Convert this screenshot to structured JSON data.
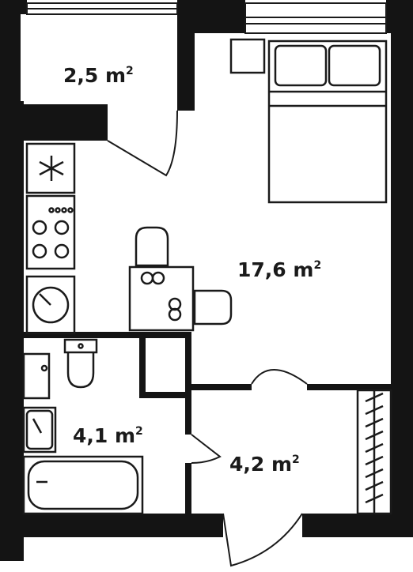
{
  "rooms": [
    {
      "id": "loggia",
      "area": "2,5 m",
      "unit_sup": "2"
    },
    {
      "id": "living",
      "area": "17,6 m",
      "unit_sup": "2"
    },
    {
      "id": "bathroom",
      "area": "4,1 m",
      "unit_sup": "2"
    },
    {
      "id": "hallway",
      "area": "4,2 m",
      "unit_sup": "2"
    }
  ],
  "colors": {
    "wall": "#141414",
    "line": "#1a1a1a",
    "background": "#ffffff"
  },
  "icons": [
    "bed-icon",
    "nightstand-icon",
    "fridge-icon",
    "stove-icon",
    "sink-icon",
    "table-icon",
    "chair-icon",
    "toilet-icon",
    "washbasin-icon",
    "bathtub-icon",
    "washing-machine-icon",
    "wardrobe-icon",
    "door-icon",
    "window-icon"
  ]
}
